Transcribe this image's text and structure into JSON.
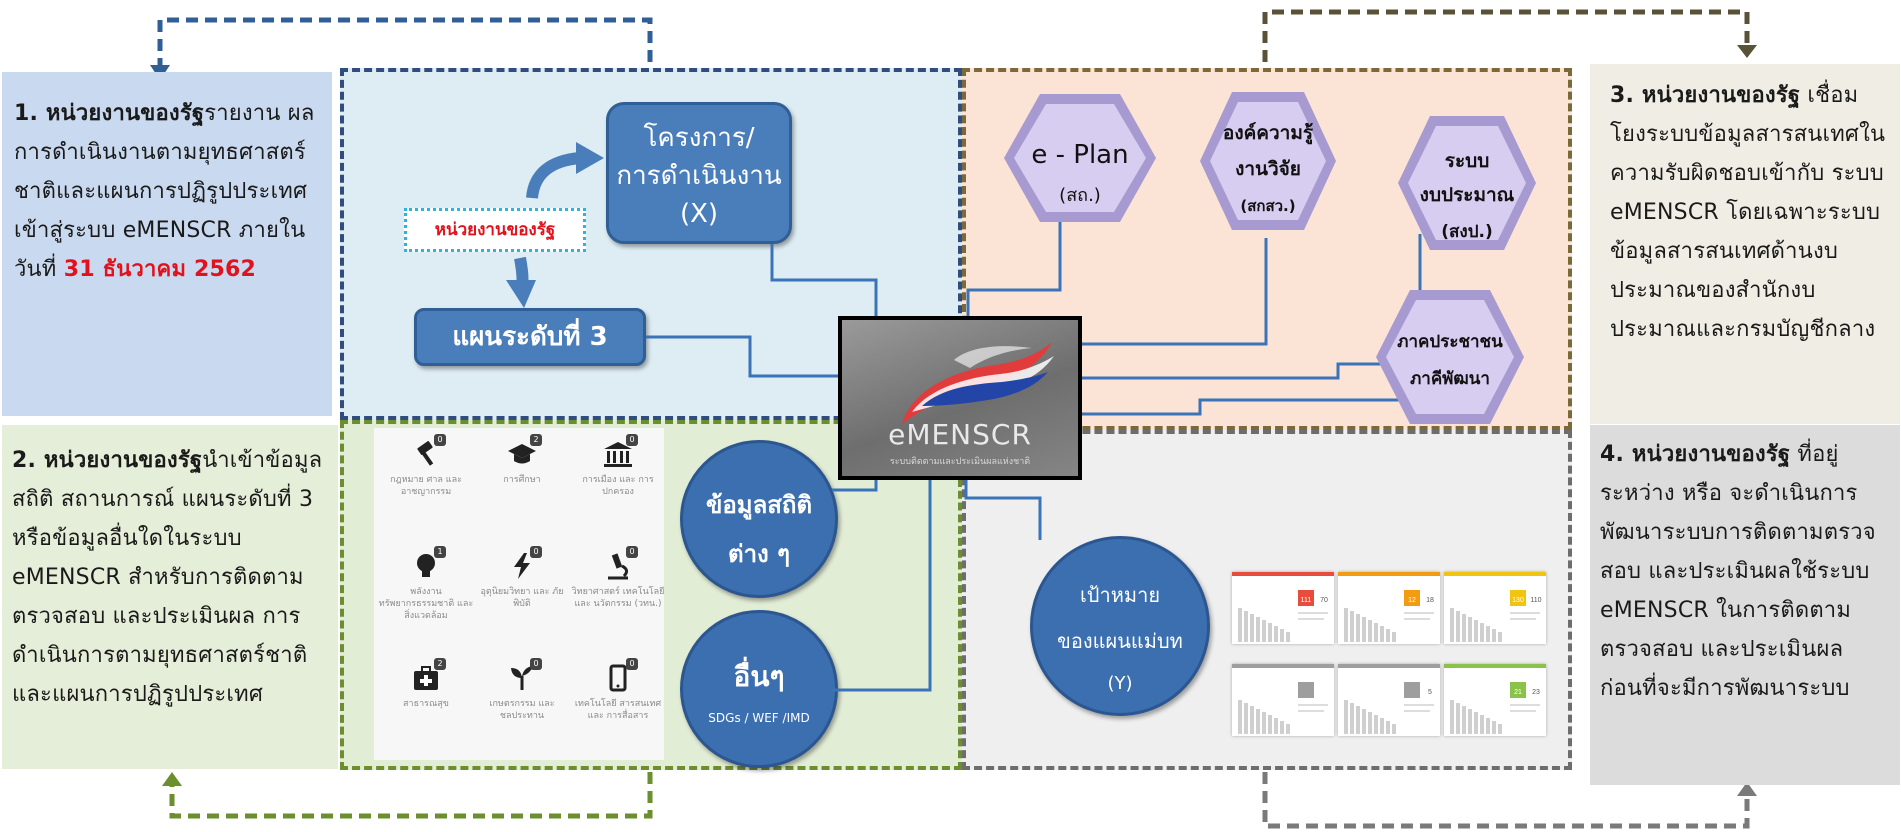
{
  "box1": {
    "lead": "1. หน่วยงานของรัฐ",
    "body": "รายงาน ผลการดำเนินงานตามยุทธศาสตร์ชาติและแผนการปฏิรูปประเทศเข้าสู่ระบบ eMENSCR ภายในวันที่ ",
    "date": "31 ธันวาคม 2562"
  },
  "box2": {
    "lead": "2. หน่วยงานของรัฐ",
    "body": "นำเข้าข้อมูลสถิติ สถานการณ์ แผนระดับที่ 3 หรือข้อมูลอื่นใดในระบบ eMENSCR สำหรับการติดตาม ตรวจสอบ และประเมินผล การดำเนินการตามยุทธศาสตร์ชาติและแผนการปฏิรูปประเทศ"
  },
  "box3": {
    "lead": "3. หน่วยงานของรัฐ",
    "body": "เชื่อมโยงระบบข้อมูลสารสนเทศในความรับผิดชอบเข้ากับ ระบบ eMENSCR โดยเฉพาะระบบข้อมูลสารสนเทศด้านงบประมาณของสำนักงบประมาณและกรมบัญชีกลาง"
  },
  "box4": {
    "lead": "4. หน่วยงานของรัฐ",
    "body": "ที่อยู่ระหว่าง หรือ จะดำเนินการพัฒนาระบบการติดตามตรวจสอบ และประเมินผลใช้ระบบ eMENSCR ในการติดตาม ตรวจสอบ และประเมินผล ก่อนที่จะมีการพัฒนาระบบ"
  },
  "q1": {
    "project_line1": "โครงการ/",
    "project_line2": "การดำเนินงาน",
    "project_line3": "(X)",
    "agency": "หน่วยงานของรัฐ",
    "plan3": "แผนระดับที่ 3"
  },
  "q2": {
    "stats_line1": "ข้อมูลสถิติ",
    "stats_line2": "ต่าง ๆ",
    "other_line1": "อื่นๆ",
    "other_line2": "SDGs / WEF /IMD",
    "icons": [
      {
        "name": "gavel-icon",
        "badge": "0",
        "label": "กฎหมาย ศาล และอาชญากรรม"
      },
      {
        "name": "graduation-cap-icon",
        "badge": "2",
        "label": "การศึกษา"
      },
      {
        "name": "government-building-icon",
        "badge": "0",
        "label": "การเมือง และ การปกครอง"
      },
      {
        "name": "lightbulb-icon",
        "badge": "1",
        "label": "พลังงาน ทรัพยากรธรรมชาติ และสิ่งแวดล้อม"
      },
      {
        "name": "lightning-icon",
        "badge": "0",
        "label": "อุตุนิยมวิทยา และ ภัยพิบัติ"
      },
      {
        "name": "microscope-icon",
        "badge": "0",
        "label": "วิทยาศาสตร์ เทคโนโลยีและ นวัตกรรม (วทน.)"
      },
      {
        "name": "medical-kit-icon",
        "badge": "2",
        "label": "สาธารณสุข"
      },
      {
        "name": "plant-icon",
        "badge": "0",
        "label": "เกษตรกรรม และ ชลประทาน"
      },
      {
        "name": "mobile-phone-icon",
        "badge": "0",
        "label": "เทคโนโลยี สารสนเทศ และ การสื่อสาร"
      }
    ]
  },
  "q3": {
    "eplan_title": "e - Plan",
    "eplan_sub": "(สถ.)",
    "knowledge_line1": "องค์ความรู้",
    "knowledge_line2": "งานวิจัย",
    "knowledge_sub": "(สกสว.)",
    "budget_line1": "ระบบ",
    "budget_line2": "งบประมาณ",
    "budget_sub": "(สงป.)",
    "civil_line1": "ภาคประชาชน",
    "civil_line2": "ภาคีพัฒนา"
  },
  "q4": {
    "target_line1": "เป้าหมาย",
    "target_line2": "ของแผนแม่บท",
    "target_line3": "(Y)",
    "thumbs": [
      {
        "accent": "#e74c3c",
        "value": "111",
        "alt": "70"
      },
      {
        "accent": "#f39c12",
        "value": "12",
        "alt": "18"
      },
      {
        "accent": "#f1c40f",
        "value": "130",
        "alt": "110"
      },
      {
        "accent": "#9e9e9e",
        "value": "",
        "alt": ""
      },
      {
        "accent": "#9e9e9e",
        "value": "",
        "alt": "5"
      },
      {
        "accent": "#8bc34a",
        "value": "21",
        "alt": "23"
      }
    ]
  },
  "center": {
    "logo_text": "eMENSCR",
    "logo_sub": "ระบบติดตามและประเมินผลแห่งชาติ"
  },
  "colors": {
    "q1_bg": "#deedf4",
    "q1_border": "#2f4d7e",
    "q2_bg": "#e2edd6",
    "q2_border": "#6b8e2e",
    "q3_bg": "#fbe4d6",
    "q3_border": "#7a6a3a",
    "q4_bg": "#efefef",
    "q4_border": "#6d6d6d",
    "box1_bg": "#c9d9ef",
    "box2_bg": "#e5eed8",
    "box3_bg": "#f0eee4",
    "box4_bg": "#dcdcdc"
  }
}
